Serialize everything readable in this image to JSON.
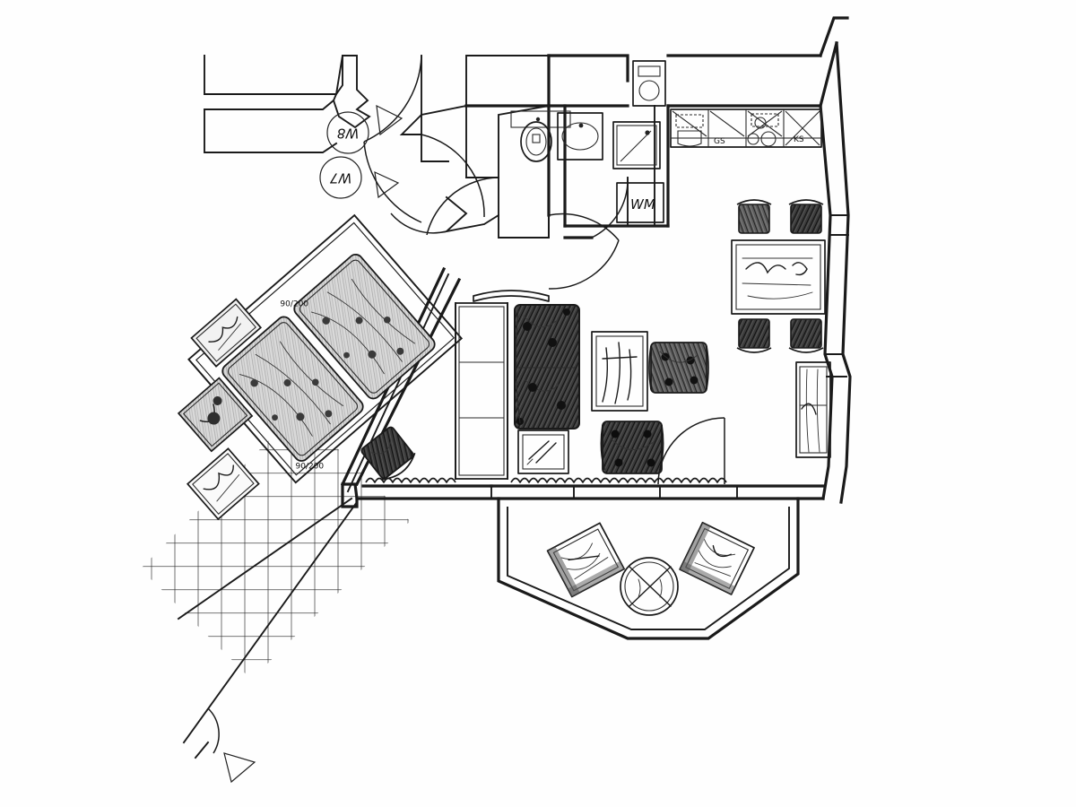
{
  "drawing": {
    "type": "architectural-floor-plan",
    "medium": "hand-drawn pencil and ink sketch, scanned",
    "title": "Apartment floor plan sketch",
    "background_color": "#ffffff",
    "ink_color": "#1a1a1a",
    "paper_tone": "#fefefe"
  },
  "annotations": {
    "window_marker_w8": "W8",
    "window_marker_w7": "W7",
    "washing_machine": "WM",
    "dishwasher": "GS",
    "refrigerator": "KS",
    "bed_dimension_left": "90/200",
    "bed_dimension_right": "90/200",
    "nightstand_scrawl_top": "",
    "nightstand_scrawl_left": "",
    "sidetable_scrawl": ""
  },
  "rooms": [
    {
      "id": "bedroom",
      "name": "Bedroom",
      "orientation": "rotated 45 degrees",
      "contents": [
        "twin bed left",
        "twin bed right",
        "nightstand top",
        "nightstand left",
        "armchair"
      ]
    },
    {
      "id": "living",
      "name": "Living room",
      "orientation": "orthogonal",
      "contents": [
        "sofa",
        "coffee table",
        "armchair right",
        "armchair bottom",
        "side table",
        "shelving unit",
        "sideboard"
      ]
    },
    {
      "id": "dining",
      "name": "Dining area",
      "orientation": "orthogonal",
      "contents": [
        "dining table",
        "chair top-left",
        "chair top-right",
        "chair bottom-left",
        "chair bottom-right"
      ]
    },
    {
      "id": "kitchen",
      "name": "Kitchen",
      "orientation": "linear counter run",
      "contents": [
        "sink",
        "dishwasher GS",
        "cooktop",
        "refrigerator KS"
      ]
    },
    {
      "id": "bathroom",
      "name": "Bathroom",
      "orientation": "orthogonal",
      "contents": [
        "toilet",
        "washbasin",
        "shower tray",
        "washing machine WM"
      ]
    },
    {
      "id": "hall",
      "name": "Entrance hall",
      "orientation": "angled",
      "contents": [
        "entry door",
        "interior doors",
        "console"
      ]
    },
    {
      "id": "balcony",
      "name": "Balcony",
      "orientation": "splayed polygon",
      "contents": [
        "chair left",
        "chair right",
        "round table"
      ]
    },
    {
      "id": "terrace",
      "name": "Terrace",
      "orientation": "rotated 45 degrees",
      "contents": [
        "diagonal paving grid"
      ]
    }
  ],
  "fixtures": {
    "sink_label": "",
    "cooktop_burners": 4,
    "shower_tray": "square shower with diagonal drain line",
    "radiator_note": "scalloped radiator line along window wall"
  },
  "markers": {
    "north_arrow_triangles": 3,
    "circle_markers": 2
  }
}
